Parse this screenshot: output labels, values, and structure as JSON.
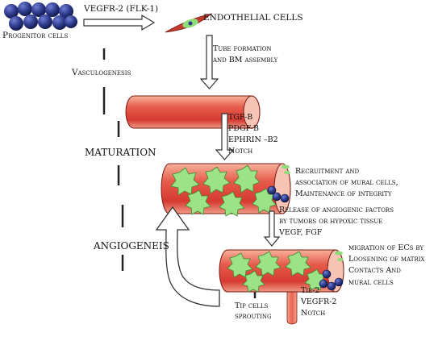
{
  "labels": {
    "progenitor_cells": "Progenitor cells",
    "vegfr2_flk1": "VEGFR-2 (FLK-1)",
    "endothelial_cells": "ENDOTHELIAL CELLS",
    "tube_formation": "Tube formation",
    "bm_assembly": "and BM assembly",
    "vasculogenesis": "Vasculogenesis",
    "maturation": "MATURATION",
    "angiogeneis": "ANGIOGENEIS",
    "tip_cells": "Tip cells",
    "sprouting": "sprouting"
  },
  "maturation_factors": [
    "TGF-B",
    "PDGF-B",
    "EPHRIN –B2",
    "Notch"
  ],
  "recruitment_text": [
    "Recruitment and",
    "association of mural cells,",
    "Maintenance of integrity"
  ],
  "release_text": [
    "Release of angiogenic factors",
    "by tumors or hypoxic tissue",
    "VEGF, FGF"
  ],
  "migration_text": [
    "migration of ECs by",
    "Loosening of matrix",
    "Contacts  And",
    "mural cells"
  ],
  "sprouting_factors": [
    "Tie-2",
    "VEGFR-2",
    "Notch"
  ],
  "colors": {
    "vessel_red": "#e0493f",
    "vessel_light": "#f5a08a",
    "endothelial_green": "#8fdc7a",
    "progenitor_blue": "#2e3a8c",
    "mural_blue": "#1f2d7a"
  }
}
